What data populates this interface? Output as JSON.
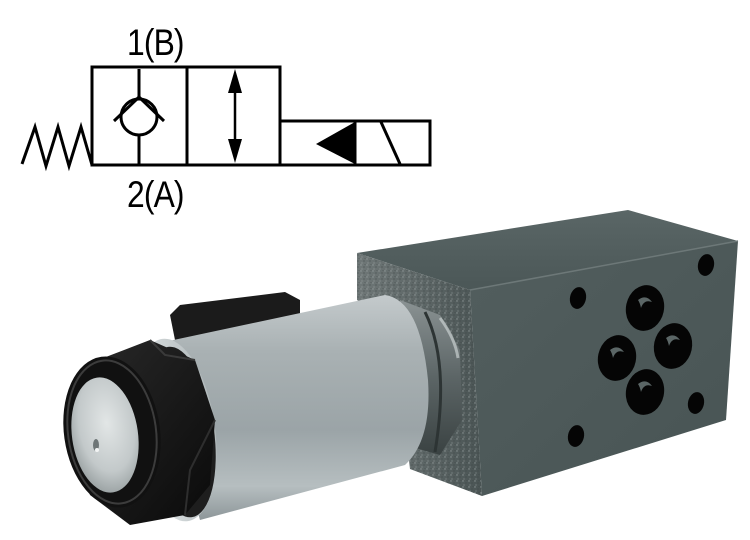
{
  "diagram": {
    "type": "hydraulic-symbol",
    "description": "2/2 solenoid poppet valve symbol with spring return",
    "ports": {
      "top": "1(B)",
      "bottom": "2(A)"
    },
    "positions": [
      {
        "name": "spring-offset",
        "symbol": "check-valve"
      },
      {
        "name": "energized",
        "symbol": "bidirectional-flow-arrow"
      }
    ],
    "actuators": {
      "left": "spring",
      "right": "solenoid"
    },
    "colors": {
      "line": "#000000",
      "background": "#ffffff"
    }
  },
  "product": {
    "name": "solenoid-operated-modular-valve",
    "parts": [
      "knurled-nut",
      "solenoid-coil",
      "connector-housing",
      "valve-body",
      "mounting-face"
    ],
    "mounting_face": {
      "port_holes": 4,
      "bolt_holes": 4
    },
    "colors": {
      "body": "#4a5656",
      "coil": "#a7b0b3",
      "nut": "#141414",
      "connector": "#1a1a1a",
      "holes": "#050505"
    }
  }
}
